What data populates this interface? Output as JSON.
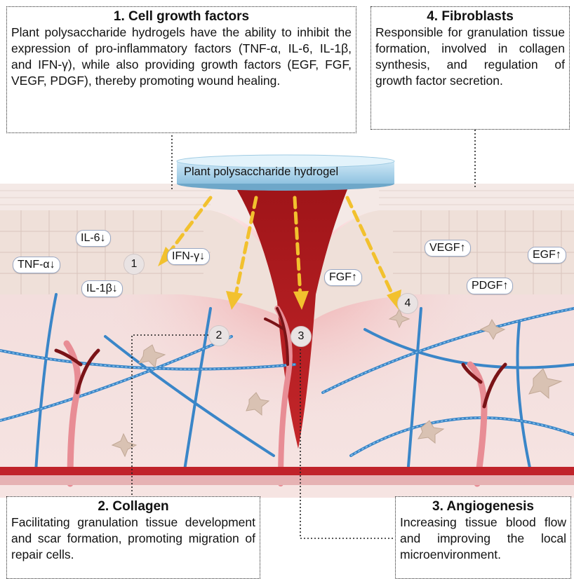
{
  "hydrogel_label": "Plant polysaccharide hydrogel",
  "boxes": {
    "growth_factors": {
      "title": "1. Cell growth factors",
      "body": "Plant polysaccharide hydrogels have the ability to inhibit the expression of pro-inflammatory factors (TNF-α, IL-6, IL-1β, and IFN-γ), while also providing growth factors (EGF, FGF, VEGF, PDGF), thereby promoting wound healing."
    },
    "fibroblasts": {
      "title": "4. Fibroblasts",
      "body": "Responsible for granulation tissue formation, involved in collagen synthesis, and regulation of growth factor secretion."
    },
    "collagen": {
      "title": "2. Collagen",
      "body": "Facilitating granulation tissue development and scar formation, promoting migration of repair cells."
    },
    "angiogenesis": {
      "title": "3. Angiogenesis",
      "body": "Increasing tissue blood flow and improving the local microenvironment."
    }
  },
  "tags": {
    "il6": "IL-6↓",
    "tnfa": "TNF-α↓",
    "il1b": "IL-1β↓",
    "ifng": "IFN-γ↓",
    "fgf": "FGF↑",
    "vegf": "VEGF↑",
    "pdgf": "PDGF↑",
    "egf": "EGF↑"
  },
  "markers": [
    "1",
    "2",
    "3",
    "4"
  ],
  "colors": {
    "arrow": "#f2c12e",
    "wound": "#b3171c",
    "hydrogel": "#a9d3ea",
    "collagen": "#3a86c8"
  }
}
